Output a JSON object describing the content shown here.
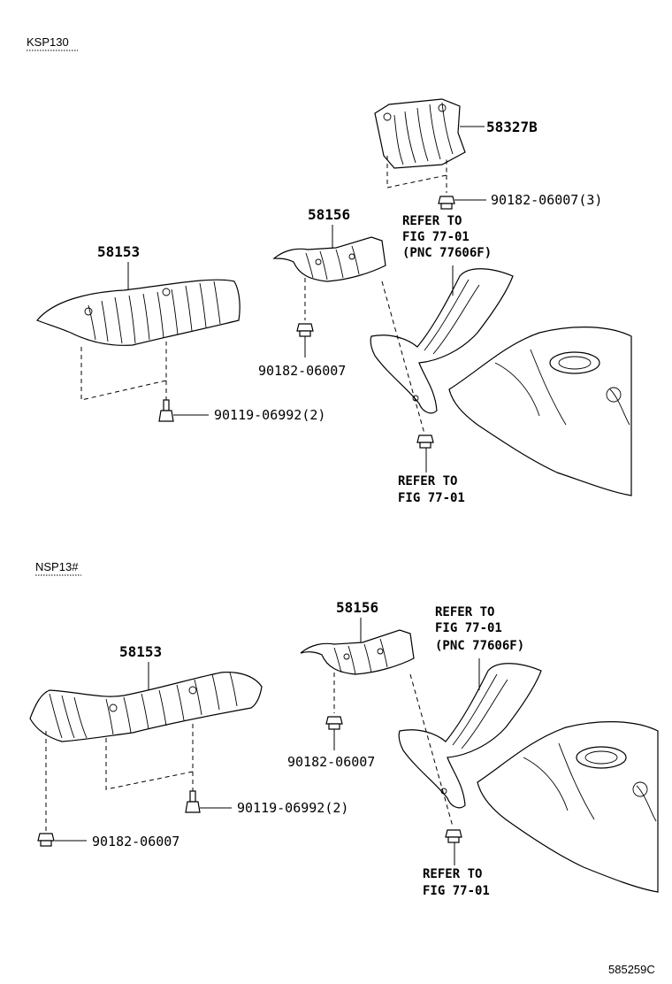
{
  "sections": {
    "top": "KSP130",
    "bottom": "NSP13#"
  },
  "top": {
    "part_58153": "58153",
    "part_58156": "58156",
    "part_58327b": "58327B",
    "bolt": "90119-06992(2)",
    "nut_58156": "90182-06007",
    "nut_58327b": "90182-06007(3)",
    "ref1": [
      "REFER TO",
      "FIG 77-01",
      "(PNC 77606F)"
    ],
    "ref2": [
      "REFER TO",
      "FIG 77-01"
    ]
  },
  "bottom": {
    "part_58153": "58153",
    "part_58156": "58156",
    "bolt": "90119-06992(2)",
    "nut_58156": "90182-06007",
    "nut_58153": "90182-06007",
    "ref1": [
      "REFER TO",
      "FIG 77-01",
      "(PNC 77606F)"
    ],
    "ref2": [
      "REFER TO",
      "FIG 77-01"
    ]
  },
  "figure_id": "585259C"
}
